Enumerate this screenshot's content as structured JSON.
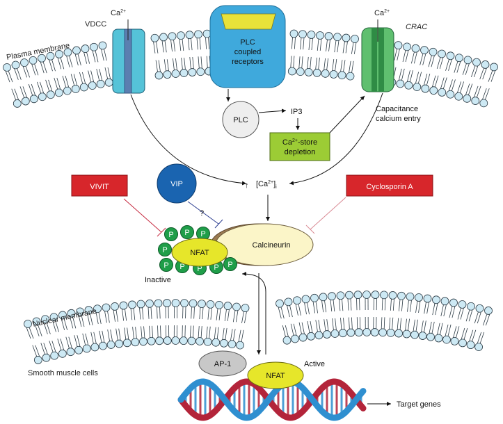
{
  "labels": {
    "plasma_membrane": "Plasma membrane",
    "vdcc": "VDCC",
    "ca_left": "Ca",
    "ca_right": "Ca",
    "ca_sup": "2+",
    "crac": "CRAC",
    "plc_receptor_line1": "PLC",
    "plc_receptor_line2": "coupled",
    "plc_receptor_line3": "receptors",
    "plc": "PLC",
    "ip3": "IP3",
    "store_line1": "Ca",
    "store_line1_sup": "2+",
    "store_line1_tail": "-store",
    "store_line2": "depletion",
    "capacitance_line1": "Capacitance",
    "capacitance_line2": "calcium entry",
    "vivit": "VIVIT",
    "vip": "VIP",
    "cyclosporin": "Cyclosporin A",
    "ca_i_open": "[Ca",
    "ca_i_sup": "2+",
    "ca_i_close": "]",
    "ca_i_sub": "i",
    "up_arrow": "↑",
    "question": "?",
    "calcineurin": "Calcineurin",
    "nfat_inactive": "NFAT",
    "phospho": "P",
    "inactive": "Inactive",
    "nuclear_membrane": "Nuclear membrane",
    "ap1": "AP-1",
    "nfat_active": "NFAT",
    "active": "Active",
    "smooth_muscle": "Smooth muscle cells",
    "target_genes": "Target genes"
  },
  "colors": {
    "lipid_head": "#cde9f4",
    "lipid_outline": "#2b3a44",
    "vdcc": "#55c3d8",
    "vdcc_dark": "#5b7fb0",
    "receptor": "#3fa9dc",
    "receptor_band": "#e8e23a",
    "crac": "#5fbf6f",
    "crac_dark": "#2f8c45",
    "plc": "#eeeeee",
    "store": "#9ccc35",
    "inhibitor_box": "#d7262b",
    "vip": "#1a64b0",
    "nfat": "#e6e62a",
    "calcineurin": "#fbf5c8",
    "phospho": "#1f9e49",
    "ap1": "#c8c8c8",
    "dna_red": "#b3243a",
    "dna_blue": "#2f8fd0"
  }
}
